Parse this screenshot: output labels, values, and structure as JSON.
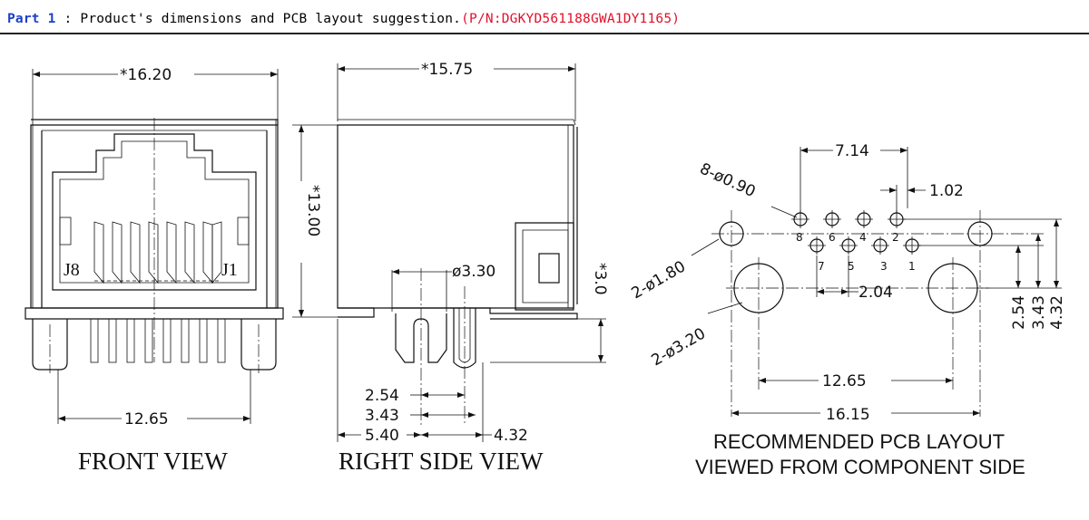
{
  "header": {
    "part_label": "Part 1",
    "separator": " : ",
    "title": "Product's dimensions and PCB layout suggestion.",
    "part_number": "(P/N:DGKYD561188GWA1DY1165)"
  },
  "colors": {
    "part_label": "#1c3fc7",
    "part_number": "#e0102a",
    "ink": "#111111"
  },
  "front_view": {
    "title": "FRONT VIEW",
    "width_dim": "*16.20",
    "pin_spacing_dim": "12.65",
    "left_label": "J8",
    "right_label": "J1"
  },
  "side_view": {
    "title": "RIGHT SIDE VIEW",
    "depth_dim": "*15.75",
    "height_dim": "*13.00",
    "peg_dia_dim": "ø3.30",
    "peg_len_dim": "*3.0",
    "dim_254": "2.54",
    "dim_343": "3.43",
    "dim_540": "5.40",
    "dim_432": "4.32"
  },
  "pcb_layout": {
    "title_line1": "RECOMMENDED PCB LAYOUT",
    "title_line2": "VIEWED FROM COMPONENT SIDE",
    "pin_span_dim": "7.14",
    "pin_offset_dim": "1.02",
    "pin_hole_dim": "8-ø0.90",
    "led_hole_dim": "2-ø1.80",
    "peg_hole_dim": "2-ø3.20",
    "row_pitch_dim": "2.04",
    "peg_spacing_dim": "12.65",
    "led_spacing_dim": "16.15",
    "v_254": "2.54",
    "v_343": "3.43",
    "v_432": "4.32",
    "pin_numbers_top": [
      "8",
      "6",
      "4",
      "2"
    ],
    "pin_numbers_bottom": [
      "7",
      "5",
      "3",
      "1"
    ]
  }
}
